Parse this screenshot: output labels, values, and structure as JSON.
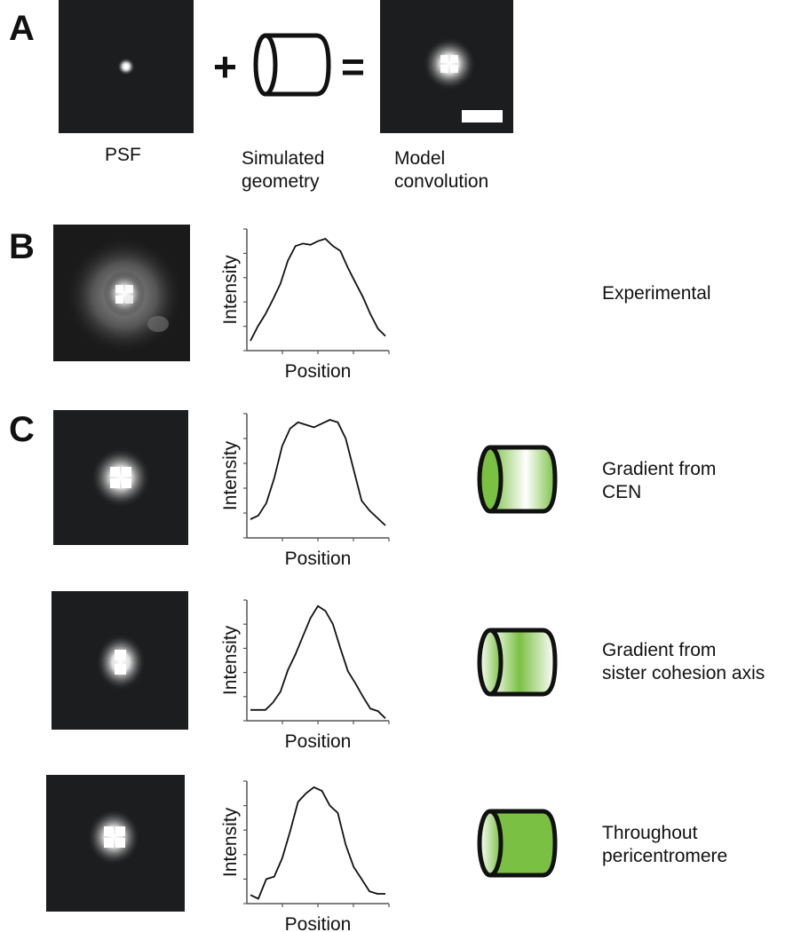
{
  "panels": {
    "a": {
      "letter": "A"
    },
    "b": {
      "letter": "B"
    },
    "c": {
      "letter": "C"
    }
  },
  "row_a": {
    "psf_label": "PSF",
    "plus": "+",
    "equals": "=",
    "geometry_label_1": "Simulated",
    "geometry_label_2": "geometry",
    "model_label_1": "Model",
    "model_label_2": "convolution"
  },
  "experimental": {
    "label": "Experimental"
  },
  "models": [
    {
      "label_1": "Gradient from",
      "label_2": "CEN",
      "fill": "gradient-cen"
    },
    {
      "label_1": "Gradient from",
      "label_2": "sister cohesion axis",
      "fill": "gradient-axis"
    },
    {
      "label_1": "Throughout",
      "label_2": "pericentromere",
      "fill": "solid"
    }
  ],
  "colors": {
    "green": "#7ac143",
    "dark": "#111111",
    "micro_bg": "#1b1d1f"
  },
  "chart_data": [
    {
      "type": "line",
      "name": "Experimental",
      "xlabel": "Position",
      "ylabel": "Intensity",
      "y": [
        0.08,
        0.2,
        0.3,
        0.42,
        0.55,
        0.74,
        0.86,
        0.88,
        0.87,
        0.9,
        0.92,
        0.86,
        0.82,
        0.68,
        0.56,
        0.44,
        0.3,
        0.18,
        0.12
      ]
    },
    {
      "type": "line",
      "name": "Gradient from CEN",
      "xlabel": "Position",
      "ylabel": "Intensity",
      "y": [
        0.15,
        0.18,
        0.28,
        0.48,
        0.74,
        0.88,
        0.93,
        0.91,
        0.89,
        0.92,
        0.95,
        0.93,
        0.8,
        0.55,
        0.3,
        0.22,
        0.16,
        0.1
      ]
    },
    {
      "type": "line",
      "name": "Gradient from sister cohesion axis",
      "xlabel": "Position",
      "ylabel": "Intensity",
      "y": [
        0.09,
        0.09,
        0.09,
        0.15,
        0.24,
        0.42,
        0.55,
        0.7,
        0.85,
        0.95,
        0.91,
        0.8,
        0.6,
        0.41,
        0.31,
        0.2,
        0.1,
        0.08,
        0.02
      ]
    },
    {
      "type": "line",
      "name": "Throughout pericentromere",
      "xlabel": "Position",
      "ylabel": "Intensity",
      "y": [
        0.07,
        0.04,
        0.2,
        0.22,
        0.37,
        0.59,
        0.83,
        0.9,
        0.95,
        0.92,
        0.8,
        0.74,
        0.48,
        0.3,
        0.2,
        0.1,
        0.08,
        0.08
      ]
    }
  ]
}
